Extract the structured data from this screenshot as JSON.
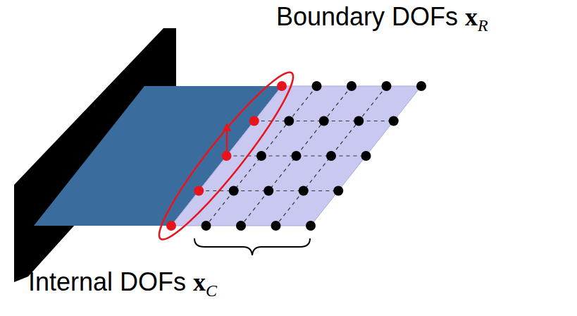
{
  "diagram": {
    "labels": [
      "Boundary DOFs",
      "x",
      "R",
      "Internal DOFs",
      "x",
      "C"
    ]
  }
}
